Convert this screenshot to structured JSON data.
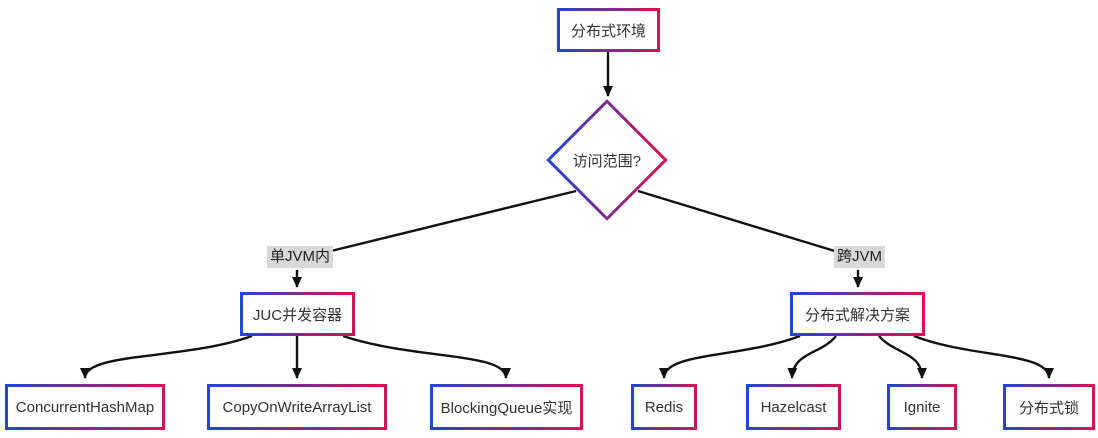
{
  "diagram": {
    "type": "flowchart",
    "colors": {
      "background": "#ffffff",
      "gradient_start": "#2145d6",
      "gradient_end": "#d8124e",
      "line": "#111111",
      "text": "#333333",
      "edge_label_bg": "#d9d9d9"
    },
    "nodes": {
      "root": {
        "label": "分布式环境"
      },
      "decision": {
        "label": "访问范围?"
      },
      "juc": {
        "label": "JUC并发容器"
      },
      "distributed": {
        "label": "分布式解决方案"
      },
      "concurrenthashmap": {
        "label": "ConcurrentHashMap"
      },
      "copyonwritearraylist": {
        "label": "CopyOnWriteArrayList"
      },
      "blockingqueue": {
        "label": "BlockingQueue实现"
      },
      "redis": {
        "label": "Redis"
      },
      "hazelcast": {
        "label": "Hazelcast"
      },
      "ignite": {
        "label": "Ignite"
      },
      "distributed_lock": {
        "label": "分布式锁"
      }
    },
    "edge_labels": {
      "single_jvm": "单JVM内",
      "cross_jvm": "跨JVM"
    }
  }
}
